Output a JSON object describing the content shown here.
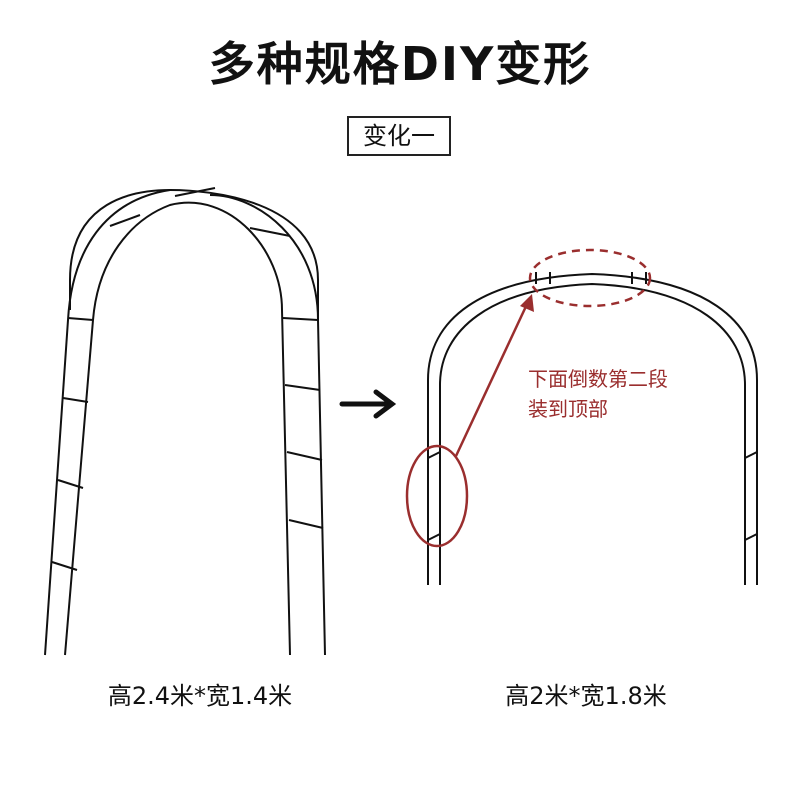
{
  "title": "多种规格DIY变形",
  "variant_label": "变化一",
  "left_arch": {
    "dimensions": "高2.4米*宽1.4米"
  },
  "right_arch": {
    "dimensions": "高2米*宽1.8米"
  },
  "annotation": {
    "line1": "下面倒数第二段",
    "line2": "装到顶部"
  },
  "colors": {
    "annotation": "#9a2e2e",
    "line": "#111111"
  },
  "icons": {
    "transform_arrow": "arrow-right-icon"
  }
}
